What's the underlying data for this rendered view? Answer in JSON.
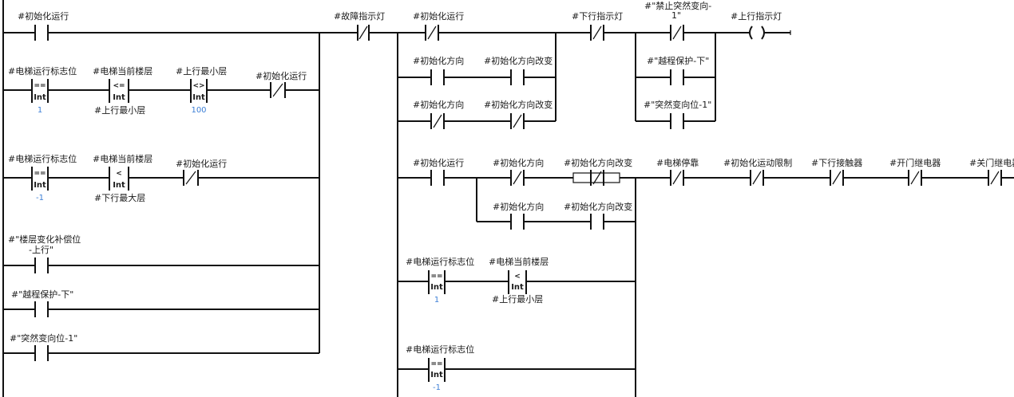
{
  "colors": {
    "wire": "#111111",
    "text": "#1a1a1a",
    "value": "#3d7fd6"
  },
  "left": {
    "rung1": {
      "tag": "#初始化运行"
    },
    "rung2": {
      "cmp1": {
        "tag": "#电梯运行标志位",
        "op": "==",
        "type": "Int",
        "value": "1"
      },
      "cmp2": {
        "tag": "#电梯当前楼层",
        "op": "<=",
        "type": "Int",
        "operand": "#上行最小层"
      },
      "cmp3": {
        "tag": "#上行最小层",
        "op": "<>",
        "type": "Int",
        "value": "100"
      },
      "nc": {
        "tag": "#初始化运行"
      }
    },
    "rung3": {
      "cmp1": {
        "tag": "#电梯运行标志位",
        "op": "==",
        "type": "Int",
        "value": "-1"
      },
      "cmp2": {
        "tag": "#电梯当前楼层",
        "op": "<",
        "type": "Int",
        "operand": "#下行最大层"
      },
      "nc": {
        "tag": "#初始化运行"
      }
    },
    "rung4": {
      "line1": "#\"楼层变化补偿位",
      "line2": "-上行\""
    },
    "rung5": {
      "tag": "#\"越程保护-下\""
    },
    "rung6": {
      "tag": "#\"突然变向位-1\""
    }
  },
  "fault": {
    "tag": "#故障指示灯"
  },
  "top": {
    "nc_init": {
      "tag": "#初始化运行"
    },
    "no_dir": {
      "tag": "#初始化方向"
    },
    "no_dirchg": {
      "tag": "#初始化方向改变"
    },
    "nc_dir": {
      "tag": "#初始化方向"
    },
    "nc_dirchg": {
      "tag": "#初始化方向改变"
    },
    "nc_down": {
      "tag": "#下行指示灯"
    },
    "nc_forbid": {
      "line1": "#\"禁止突然变向-",
      "line2": "1\""
    },
    "no_over": {
      "tag": "#\"越程保护-下\""
    },
    "no_sudden": {
      "tag": "#\"突然变向位-1\""
    },
    "coil": {
      "tag": "#上行指示灯"
    }
  },
  "bottom": {
    "no_init": {
      "tag": "#初始化运行"
    },
    "nc_dir": {
      "tag": "#初始化方向"
    },
    "nc_dirchg": {
      "tag": "#初始化方向改变"
    },
    "nc_stop": {
      "tag": "#电梯停靠"
    },
    "nc_limit": {
      "tag": "#初始化运动限制"
    },
    "nc_downct": {
      "tag": "#下行接触器"
    },
    "nc_open": {
      "tag": "#开门继电器"
    },
    "nc_close": {
      "tag": "#关门继电器"
    },
    "no_dir2": {
      "tag": "#初始化方向"
    },
    "no_dirchg2": {
      "tag": "#初始化方向改变"
    },
    "cmp1": {
      "tag": "#电梯运行标志位",
      "op": "==",
      "type": "Int",
      "value": "1"
    },
    "cmp2": {
      "tag": "#电梯当前楼层",
      "op": "<",
      "type": "Int",
      "operand": "#上行最小层"
    },
    "cmp3": {
      "tag": "#电梯运行标志位",
      "op": "==",
      "type": "Int",
      "value": "-1"
    }
  }
}
